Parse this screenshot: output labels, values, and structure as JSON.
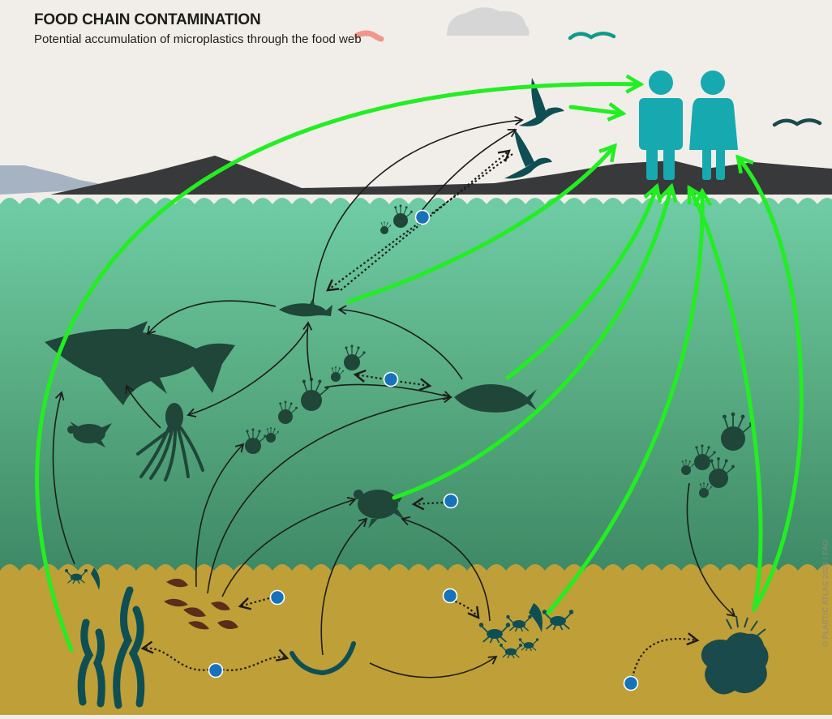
{
  "header": {
    "title": "FOOD CHAIN CONTAMINATION",
    "subtitle": "Potential accumulation of microplastics through the food web"
  },
  "credit": "© PLASTIC ATLAS 2020 / FAO",
  "colors": {
    "sky": "#f1eee9",
    "ocean_surface": "#6ccba3",
    "ocean_deep": "#3f8a66",
    "seafloor": "#bf9f37",
    "organism": "#1f4638",
    "organism_teal": "#0e4f53",
    "human": "#16aab0",
    "arrow_human": "#22ee22",
    "arrow_web": "#1d1d1b",
    "microplastic": "#1672b9",
    "mountain": "#38393b"
  },
  "icons": [
    "cloud-icon",
    "seagull-icon",
    "worm-icon",
    "man-icon",
    "woman-icon",
    "bird-icon",
    "shark-icon",
    "fish-icon",
    "turtle-icon",
    "octopus-icon",
    "plankton-icon",
    "crab-icon",
    "shrimp-icon",
    "bivalve-icon",
    "seaweed-icon",
    "eel-icon",
    "sponge-icon",
    "microplastic-dot-icon"
  ]
}
